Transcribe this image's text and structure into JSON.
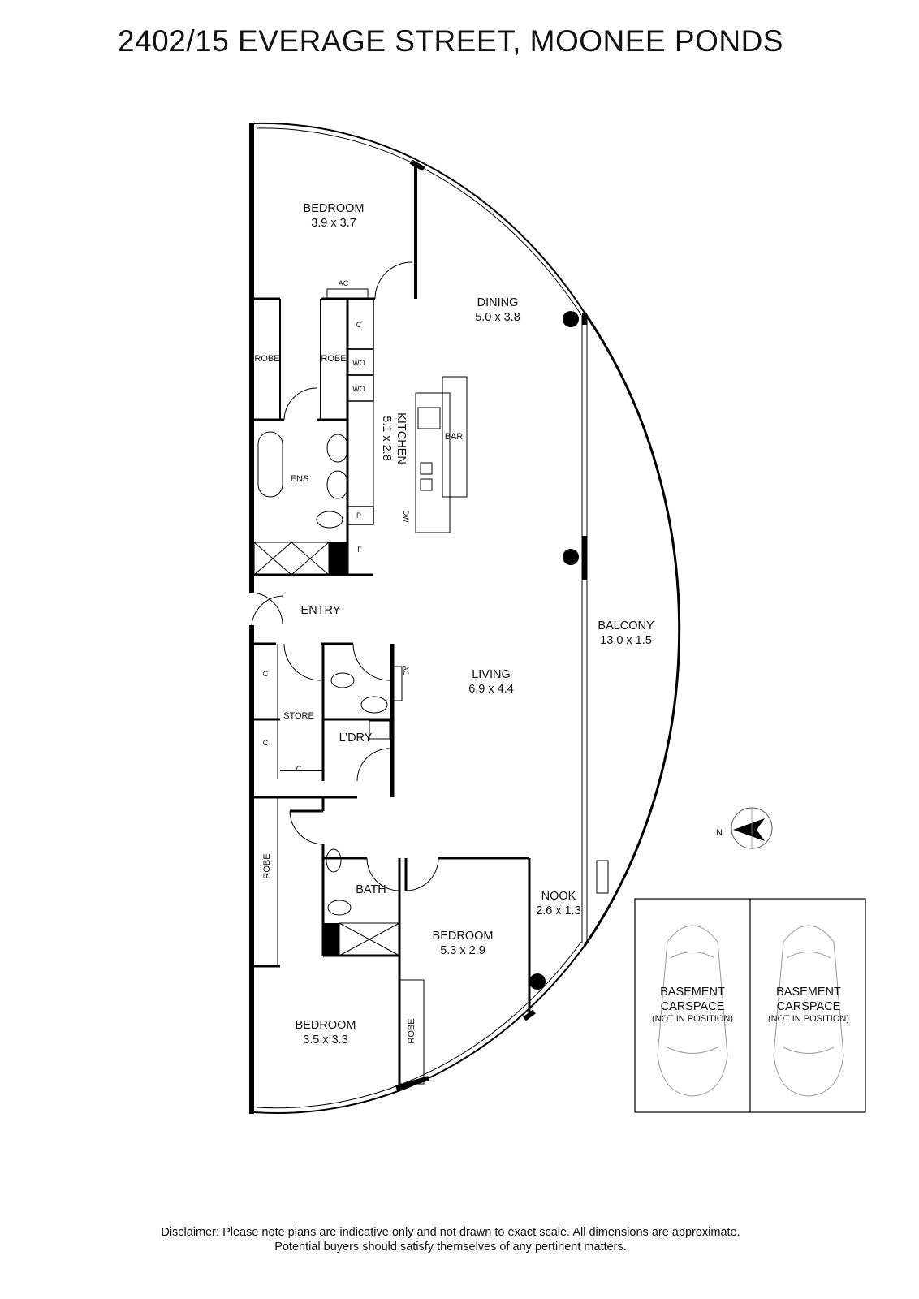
{
  "title": "2402/15 EVERAGE STREET, MOONEE PONDS",
  "rooms": {
    "bedroom1": {
      "name": "BEDROOM",
      "dims": "3.9 x 3.7"
    },
    "dining": {
      "name": "DINING",
      "dims": "5.0 x 3.8"
    },
    "kitchen": {
      "name": "KITCHEN",
      "dims": "5.1 x 2.8"
    },
    "living": {
      "name": "LIVING",
      "dims": "6.9 x 4.4"
    },
    "balcony": {
      "name": "BALCONY",
      "dims": "13.0 x 1.5"
    },
    "nook": {
      "name": "NOOK",
      "dims": "2.6 x 1.3"
    },
    "bedroom2": {
      "name": "BEDROOM",
      "dims": "5.3 x 2.9"
    },
    "bedroom3": {
      "name": "BEDROOM",
      "dims": "3.5 x 3.3"
    },
    "entry": "ENTRY",
    "ens": "ENS",
    "bath": "BATH",
    "laundry": "L’DRY",
    "store": "STORE"
  },
  "fixtures": {
    "ac": "AC",
    "c": "C",
    "wo": "WO",
    "p": "P",
    "f": "F",
    "dw": "DW",
    "bar": "BAR",
    "robe": "ROBE"
  },
  "compass": "N",
  "carspaces": [
    {
      "line1": "BASEMENT",
      "line2": "CARSPACE",
      "note": "(NOT IN POSITION)"
    },
    {
      "line1": "BASEMENT",
      "line2": "CARSPACE",
      "note": "(NOT IN POSITION)"
    }
  ],
  "disclaimer": {
    "line1": "Disclaimer: Please note plans are indicative only and not drawn to exact scale. All dimensions are approximate.",
    "line2": "Potential buyers should satisfy themselves of any pertinent matters."
  }
}
